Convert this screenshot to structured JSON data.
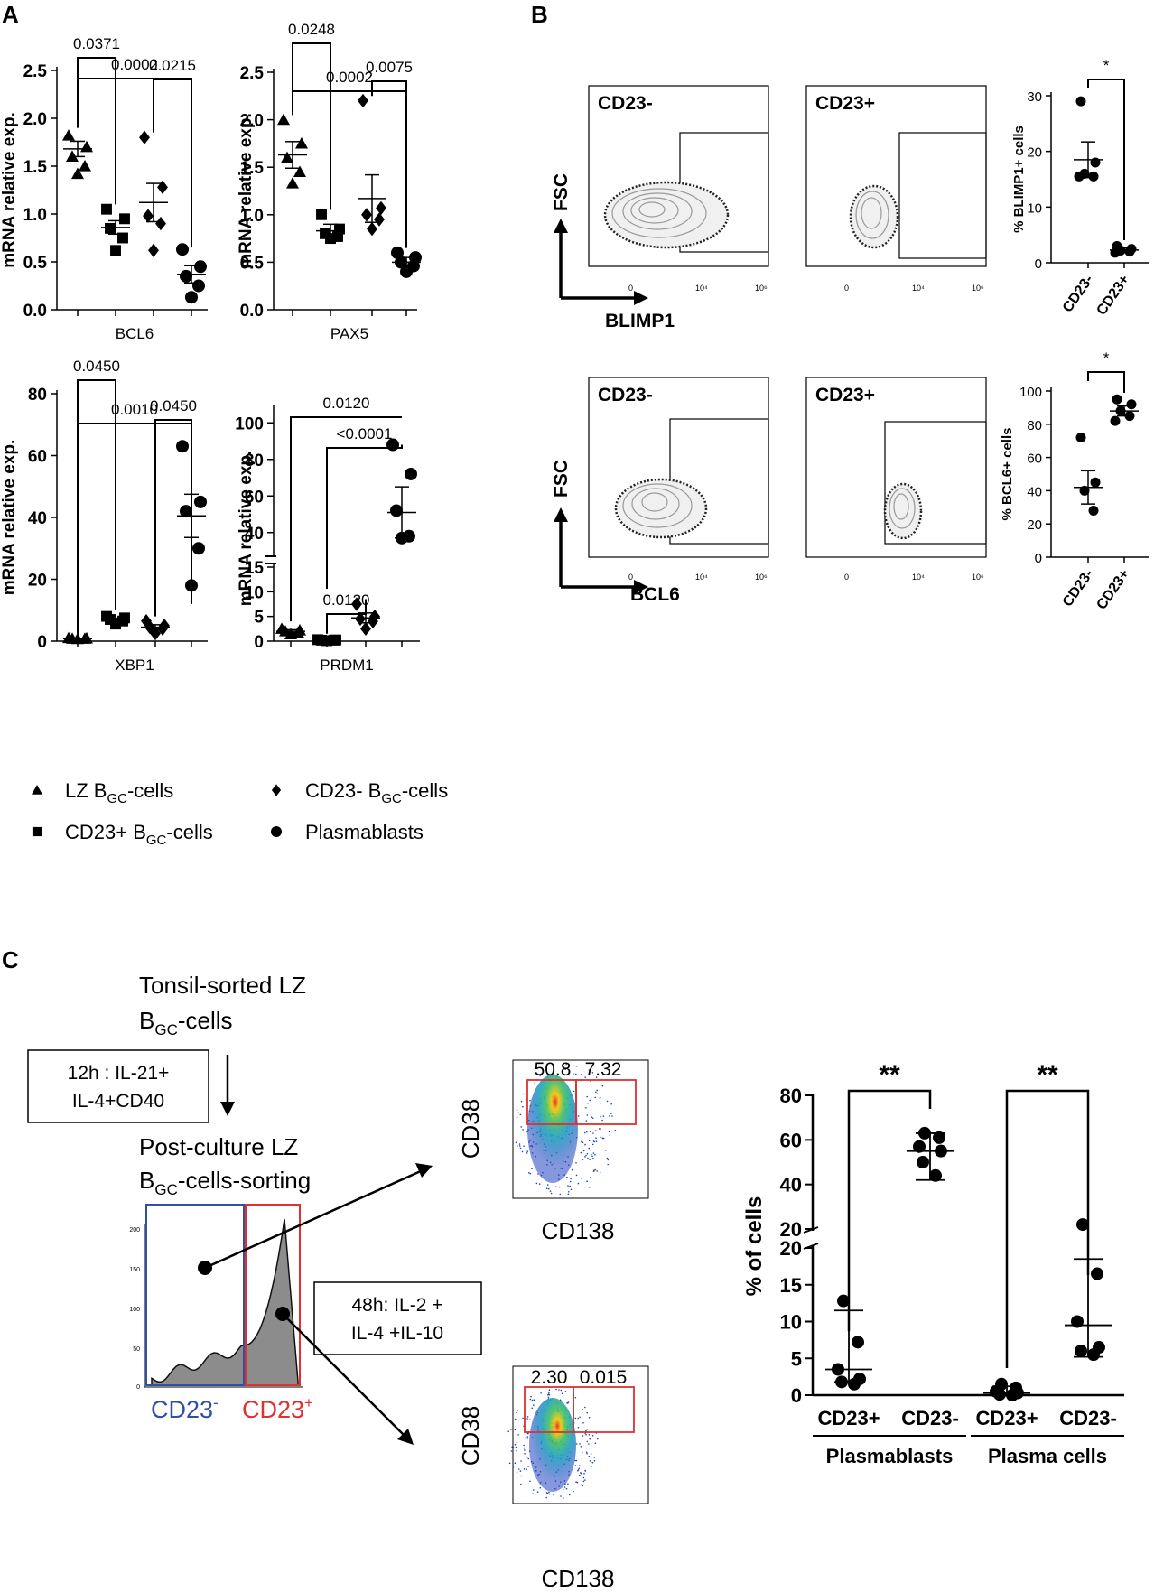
{
  "panels": {
    "A": "A",
    "B": "B",
    "C": "C"
  },
  "chart_data": [
    {
      "id": "bcl6",
      "panel": "A",
      "type": "scatter",
      "ylabel": "mRNA relative exp.",
      "xlabel": "BCL6",
      "ylim": [
        0,
        2.5
      ],
      "yticks": [
        "0.0",
        "0.5",
        "1.0",
        "1.5",
        "2.0",
        "2.5"
      ],
      "series": [
        {
          "group": "lz",
          "points": [
            1.82,
            1.7,
            1.6,
            1.5,
            1.42
          ],
          "mean": 1.68,
          "sem": 0.08
        },
        {
          "group": "cd23pos",
          "points": [
            1.05,
            0.95,
            0.85,
            0.75,
            0.62
          ],
          "mean": 0.86,
          "sem": 0.07
        },
        {
          "group": "cd23neg",
          "points": [
            1.8,
            1.28,
            0.98,
            0.9,
            0.62
          ],
          "mean": 1.12,
          "sem": 0.2
        },
        {
          "group": "plasmablasts",
          "points": [
            0.63,
            0.45,
            0.35,
            0.25,
            0.13
          ],
          "mean": 0.37,
          "sem": 0.09
        }
      ],
      "brackets": [
        {
          "from": 0,
          "to": 1,
          "label": "0.0371"
        },
        {
          "from": 2,
          "to": 3,
          "label": "0.0215"
        },
        {
          "from": 0,
          "to": 3,
          "label": "0.0002"
        }
      ]
    },
    {
      "id": "pax5",
      "panel": "A",
      "type": "scatter",
      "ylabel": "mRNA relative exp.",
      "xlabel": "PAX5",
      "ylim": [
        0,
        2.5
      ],
      "yticks": [
        "0.0",
        "0.5",
        "1.0",
        "1.5",
        "2.0",
        "2.5"
      ],
      "series": [
        {
          "group": "lz",
          "points": [
            2.0,
            1.75,
            1.6,
            1.45,
            1.33
          ],
          "mean": 1.63,
          "sem": 0.14
        },
        {
          "group": "cd23pos",
          "points": [
            1.0,
            0.85,
            0.8,
            0.77,
            0.75
          ],
          "mean": 0.83,
          "sem": 0.07
        },
        {
          "group": "cd23neg",
          "points": [
            2.2,
            1.07,
            1.0,
            0.95,
            0.85
          ],
          "mean": 1.17,
          "sem": 0.25
        },
        {
          "group": "plasmablasts",
          "points": [
            0.6,
            0.55,
            0.5,
            0.46,
            0.4
          ],
          "mean": 0.5,
          "sem": 0.05
        }
      ],
      "brackets": [
        {
          "from": 0,
          "to": 1,
          "label": "0.0248"
        },
        {
          "from": 2,
          "to": 3,
          "label": "0.0075"
        },
        {
          "from": 0,
          "to": 3,
          "label": "0.0002"
        }
      ]
    },
    {
      "id": "xbp1",
      "panel": "A",
      "type": "scatter",
      "ylabel": "mRNA relative exp.",
      "xlabel": "XBP1",
      "ylim": [
        0,
        80
      ],
      "yticks": [
        "0",
        "20",
        "40",
        "60",
        "80"
      ],
      "series": [
        {
          "group": "lz",
          "points": [
            1.0,
            0.9,
            0.8,
            0.8,
            0.7
          ],
          "mean": 0.8,
          "sem": 0.05
        },
        {
          "group": "cd23pos",
          "points": [
            8.0,
            7.5,
            7.0,
            6.5,
            5.5
          ],
          "mean": 6.9,
          "sem": 0.5
        },
        {
          "group": "cd23neg",
          "points": [
            6.5,
            5.0,
            4.5,
            4.0,
            2.5
          ],
          "mean": 4.5,
          "sem": 0.8
        },
        {
          "group": "plasmablasts",
          "points": [
            63,
            45,
            42,
            30,
            18
          ],
          "mean": 40.5,
          "sem": 7
        }
      ],
      "brackets": [
        {
          "from": 0,
          "to": 1,
          "label": "0.0450"
        },
        {
          "from": 2,
          "to": 3,
          "label": "0.0450"
        },
        {
          "from": 0,
          "to": 3,
          "label": "0.0010"
        }
      ]
    },
    {
      "id": "prdm1",
      "panel": "A",
      "type": "scatter",
      "ylabel": "mRNA relative exp.",
      "xlabel": "PRDM1",
      "axis_break": {
        "lower": [
          0,
          15
        ],
        "upper": [
          30,
          110
        ]
      },
      "yticks_lower": [
        "0",
        "5",
        "10",
        "15"
      ],
      "yticks_upper": [
        "40",
        "60",
        "80",
        "100"
      ],
      "series": [
        {
          "group": "lz",
          "points": [
            2.5,
            2.2,
            2.0,
            1.7,
            1.4
          ],
          "mean": 2.0,
          "sem": 0.3
        },
        {
          "group": "cd23pos",
          "points": [
            0.3,
            0.25,
            0.2,
            0.2,
            0.1
          ],
          "mean": 0.2,
          "sem": 0.05
        },
        {
          "group": "cd23neg",
          "points": [
            7.5,
            5.0,
            4.5,
            4.0,
            2.5
          ],
          "mean": 4.7,
          "sem": 1.0
        },
        {
          "group": "plasmablasts",
          "points": [
            88,
            72,
            52,
            38,
            37
          ],
          "mean": 51,
          "sem": 14
        }
      ],
      "brackets": [
        {
          "from": 1,
          "to": 2,
          "label": "0.0120"
        },
        {
          "from": 1,
          "to": 3,
          "label": "<0.0001"
        },
        {
          "from": 0,
          "to": 3,
          "label": "0.0120"
        }
      ]
    },
    {
      "id": "blimp1_pct",
      "panel": "B",
      "type": "scatter",
      "ylabel": "% BLIMP1+ cells",
      "categories": [
        "CD23-",
        "CD23+"
      ],
      "ylim": [
        0,
        30
      ],
      "yticks": [
        "0",
        "10",
        "20",
        "30"
      ],
      "series": [
        {
          "group": "CD23-",
          "points": [
            29,
            18,
            16,
            15.5,
            15.5
          ],
          "mean": 18.5,
          "sem": 3.2
        },
        {
          "group": "CD23+",
          "points": [
            3.0,
            2.5,
            2.2,
            2.0,
            1.8
          ],
          "mean": 2.3,
          "sem": 0.4
        }
      ],
      "significance": "*"
    },
    {
      "id": "bcl6_pct",
      "panel": "B",
      "type": "scatter",
      "ylabel": "% BCL6+ cells",
      "categories": [
        "CD23-",
        "CD23+"
      ],
      "ylim": [
        0,
        100
      ],
      "yticks": [
        "0",
        "20",
        "40",
        "60",
        "80",
        "100"
      ],
      "series": [
        {
          "group": "CD23-",
          "points": [
            72,
            45,
            40,
            28
          ],
          "mean": 42,
          "sem": 10
        },
        {
          "group": "CD23+",
          "points": [
            95,
            92,
            88,
            85,
            82
          ],
          "mean": 88,
          "sem": 3
        }
      ],
      "significance": "*"
    },
    {
      "id": "pct_cells",
      "panel": "C",
      "type": "scatter",
      "ylabel": "% of cells",
      "categories": [
        "CD23+",
        "CD23-",
        "CD23+",
        "CD23-"
      ],
      "category_groups": [
        {
          "label": "Plasmablasts",
          "span": [
            0,
            1
          ]
        },
        {
          "label": "Plasma cells",
          "span": [
            2,
            3
          ]
        }
      ],
      "axis_break": {
        "lower": [
          0,
          20
        ],
        "upper": [
          20,
          80
        ]
      },
      "yticks_lower": [
        "0",
        "5",
        "10",
        "15",
        "20"
      ],
      "yticks_upper": [
        "20",
        "40",
        "60",
        "80"
      ],
      "series": [
        {
          "group": "CD23+",
          "points": [
            12.8,
            7.2,
            3.5,
            2.2,
            1.8,
            1.5
          ],
          "median": 3.5,
          "iqr": [
            1.8,
            11.5
          ]
        },
        {
          "group": "CD23-",
          "points": [
            63,
            61,
            57,
            55,
            50,
            44
          ],
          "median": 55,
          "iqr": [
            42,
            63
          ]
        },
        {
          "group": "CD23+",
          "points": [
            1.5,
            1.0,
            0.5,
            0.3,
            0.1,
            0.0
          ],
          "median": 0.3,
          "iqr": [
            0,
            1.2
          ]
        },
        {
          "group": "CD23-",
          "points": [
            22,
            16.5,
            10,
            6.5,
            6.0,
            5.5
          ],
          "median": 9.5,
          "iqr": [
            5.2,
            18.5
          ]
        }
      ],
      "significance": [
        "**",
        "**"
      ]
    }
  ],
  "legend": {
    "lz": {
      "prefix": "LZ B",
      "sub": "GC",
      "suffix": "-cells"
    },
    "cd23pos": {
      "prefix": "CD23+ B",
      "sub": "GC",
      "suffix": "-cells"
    },
    "cd23neg": {
      "prefix": "CD23- B",
      "sub": "GC",
      "suffix": "-cells"
    },
    "plasmablasts": {
      "prefix": "Plasmablasts",
      "sub": "",
      "suffix": ""
    }
  },
  "flow": {
    "row1": {
      "left_title": "CD23-",
      "right_title": "CD23+",
      "ylabel": "FSC",
      "xlabel": "BLIMP1"
    },
    "row2": {
      "left_title": "CD23-",
      "right_title": "CD23+",
      "ylabel": "FSC",
      "xlabel": "BCL6"
    },
    "tick_0": "0",
    "tick_4": "10⁴",
    "tick_6": "10⁶"
  },
  "schematic": {
    "title_line1": "Tonsil-sorted LZ",
    "title_line2": {
      "prefix": "B",
      "sub": "GC",
      "suffix": "-cells"
    },
    "box1_line1": "12h : IL-21+",
    "box1_line2": "IL-4+CD40",
    "post_line1": "Post-culture LZ",
    "post_line2": {
      "prefix": "B",
      "sub": "GC",
      "suffix": "-cells-sorting"
    },
    "box2_line1": "48h: IL-2 +",
    "box2_line2": "IL-4 +IL-10",
    "hist_left": {
      "text": "CD23",
      "sup": "-"
    },
    "hist_right": {
      "text": "CD23",
      "sup": "+"
    },
    "hist_yticks": [
      "200",
      "150",
      "100",
      "50",
      "0"
    ]
  },
  "density": {
    "top": {
      "gate1": "50.8",
      "gate2": "7.32",
      "ylabel": "CD38",
      "xlabel": "CD138"
    },
    "bottom": {
      "gate1": "2.30",
      "gate2": "0.015",
      "ylabel": "CD38",
      "xlabel": "CD138"
    }
  },
  "colors": {
    "cd23neg_gate": "#2f4fa8",
    "cd23pos_gate": "#e03030",
    "gate": "#e03030",
    "hist_fill": "#8c8c8c"
  }
}
